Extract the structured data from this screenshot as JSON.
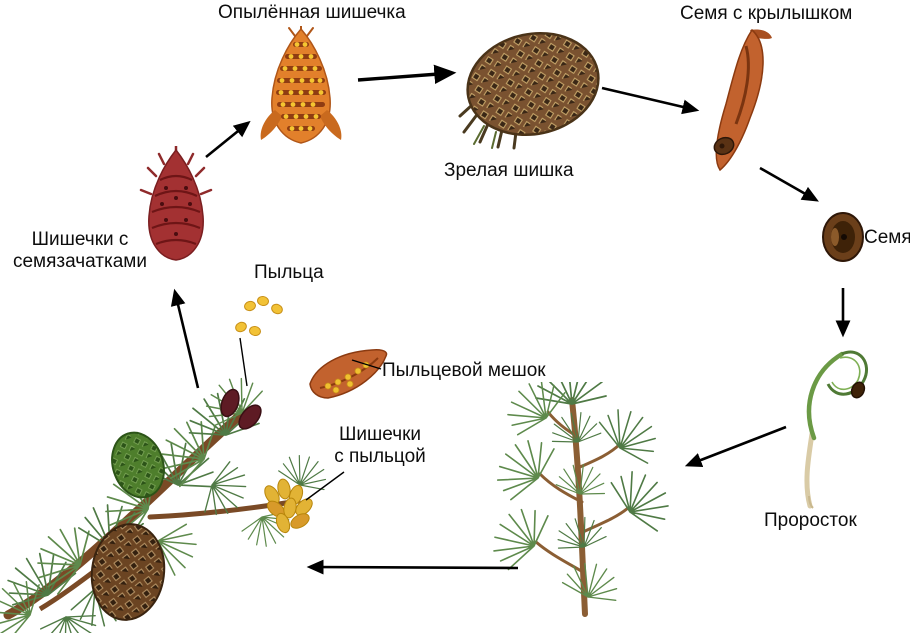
{
  "labels": {
    "pollinated_cone": "Опылённая шишечка",
    "mature_cone": "Зрелая шишка",
    "winged_seed": "Семя с крылышком",
    "seed": "Семя",
    "seedling": "Проросток",
    "ovule_cones_line1": "Шишечки с",
    "ovule_cones_line2": "семязачатками",
    "pollen": "Пыльца",
    "pollen_sac": "Пыльцевой мешок",
    "pollen_cones_line1": "Шишечки",
    "pollen_cones_line2": "с пыльцой"
  },
  "arrows": [
    {
      "from": "ovule-cones",
      "to": "pollinated-cone"
    },
    {
      "from": "pollinated-cone",
      "to": "mature-cone"
    },
    {
      "from": "mature-cone",
      "to": "winged-seed"
    },
    {
      "from": "winged-seed",
      "to": "seed"
    },
    {
      "from": "seed",
      "to": "seedling"
    },
    {
      "from": "seedling",
      "to": "young-pine"
    },
    {
      "from": "young-pine",
      "to": "pine-branch"
    },
    {
      "from": "pine-branch",
      "to": "ovule-cones"
    }
  ],
  "colors": {
    "arrow": "#000000",
    "text": "#0d0d0d",
    "pollinated_cone": "#E2802B",
    "pollinated_cone_scales": "#8F3C12",
    "mature_cone": "#7A5230",
    "mature_cone_scale_dark": "#3A2716",
    "winged_seed": "#C2622E",
    "seed_dark": "#3E2208",
    "ovule_cone": "#A33132",
    "pollen": "#F2C236",
    "pollen_sac": "#C2622E",
    "needles_green": "#4F7A45",
    "branch_brown": "#7A4A26",
    "young_cone_green": "#4E7E2C",
    "seedling_stem": "#6B9A45",
    "seedling_root": "#D9CBA6",
    "red_cone_small": "#5E1B24",
    "pollen_cone_yellow": "#E2B335"
  }
}
